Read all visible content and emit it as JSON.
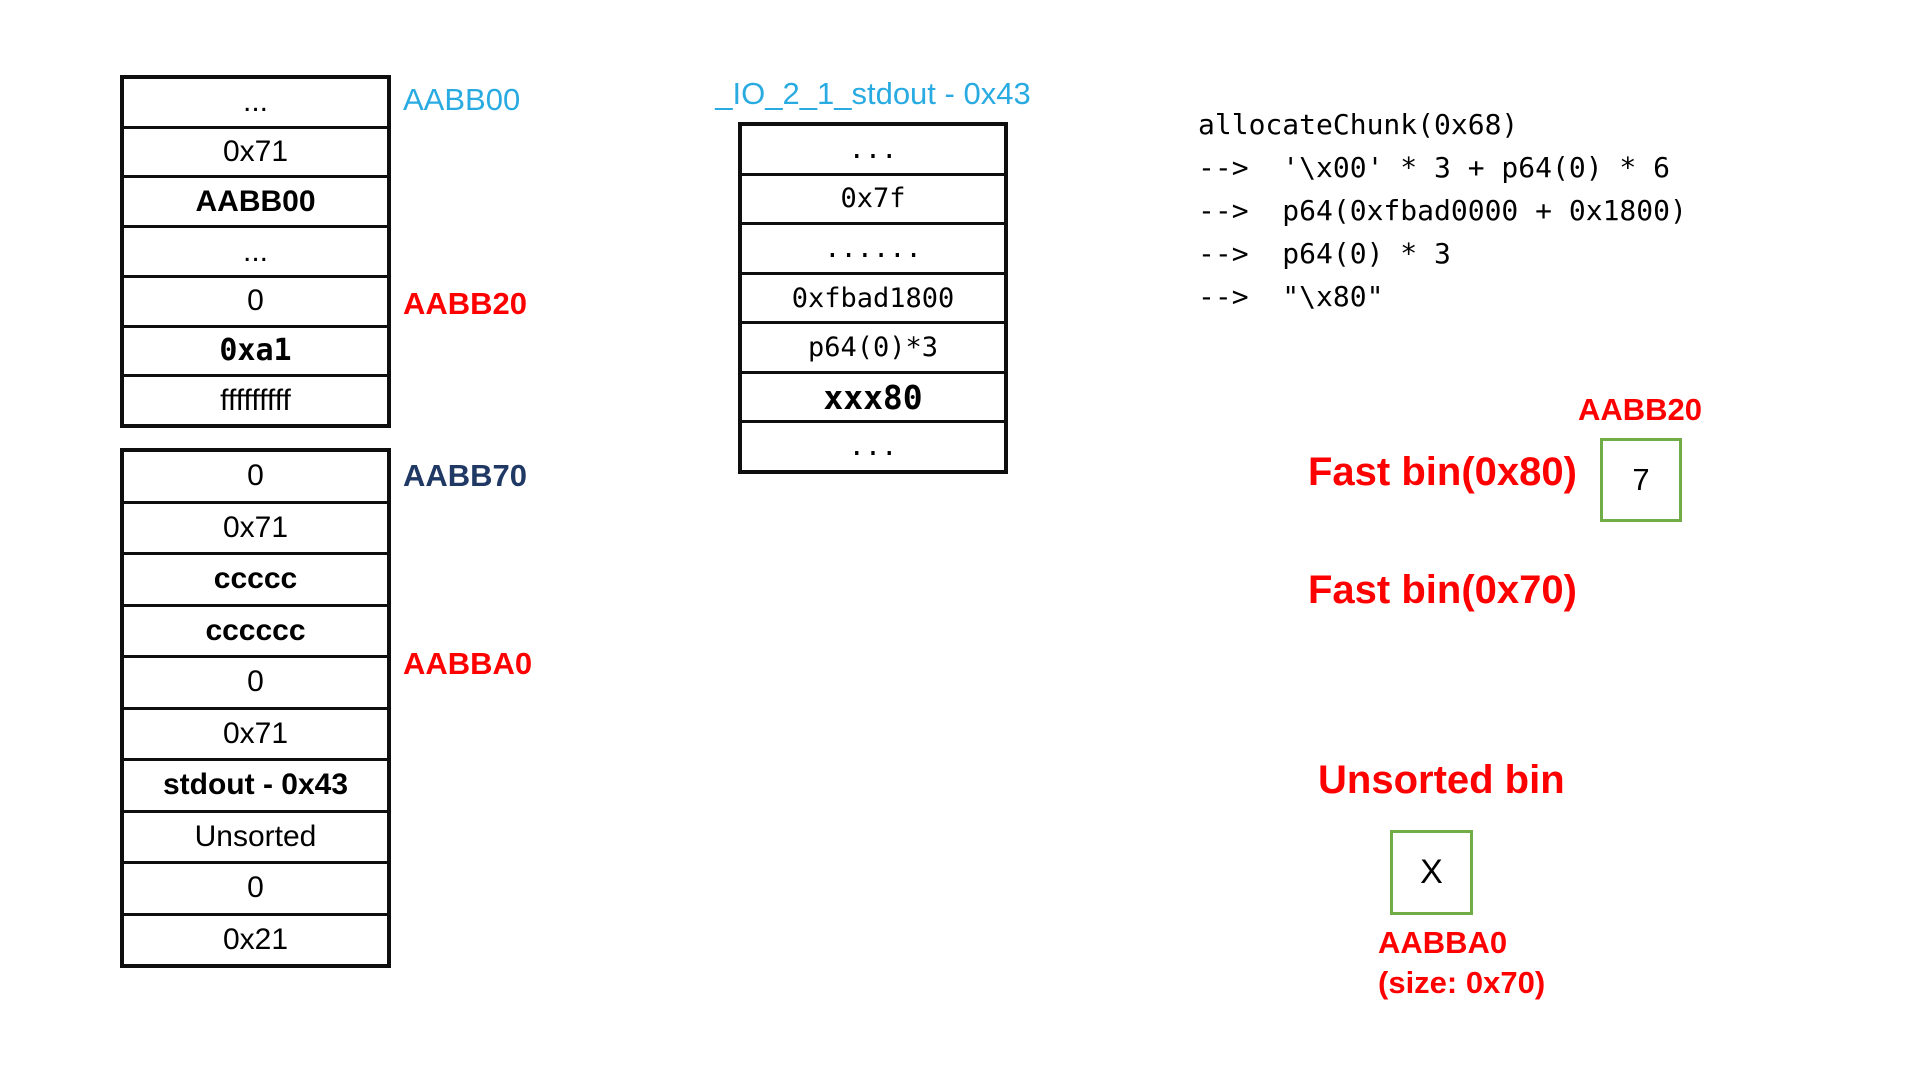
{
  "colors": {
    "cyan": "#29ABE2",
    "red": "#FF0000",
    "navy": "#1F3864",
    "green_box_border": "#70AD47",
    "black": "#000000"
  },
  "heap_table_1": {
    "rows": [
      "...",
      "0x71",
      "AABB00",
      "...",
      "0",
      "0xa1",
      "fffffffff"
    ],
    "labels": {
      "top": "AABB00",
      "mid": "AABB20"
    }
  },
  "heap_table_2": {
    "rows": [
      "0",
      "0x71",
      "ccccc",
      "cccccc",
      "0",
      "0x71",
      "stdout - 0x43",
      "Unsorted",
      "0",
      "0x21"
    ],
    "labels": {
      "top": "AABB70",
      "mid": "AABBA0"
    }
  },
  "io_table": {
    "title": "_IO_2_1_stdout - 0x43",
    "rows": [
      "...",
      "0x7f",
      "......",
      "0xfbad1800",
      "p64(0)*3",
      "xxx80",
      "..."
    ]
  },
  "code": {
    "lines": [
      "allocateChunk(0x68)",
      "-->  '\\x00' * 3 + p64(0) * 6",
      "-->  p64(0xfbad0000 + 0x1800)",
      "-->  p64(0) * 3",
      "-->  \"\\x80\""
    ]
  },
  "bins": {
    "fastbin_0x80": {
      "label": "Fast bin(0x80)",
      "box_label": "AABB20",
      "box_value": "7"
    },
    "fastbin_0x70": {
      "label": "Fast bin(0x70)"
    },
    "unsorted": {
      "label": "Unsorted bin",
      "box_value": "X",
      "caption_line1": "AABBA0",
      "caption_line2": "(size: 0x70)"
    }
  }
}
